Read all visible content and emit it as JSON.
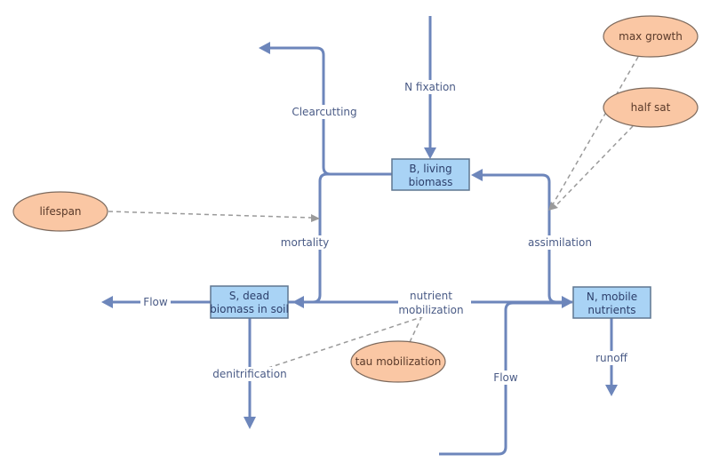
{
  "stocks": {
    "living": [
      "B, living",
      "biomass"
    ],
    "dead": [
      "S, dead",
      "biomass in soil"
    ],
    "nutrients": [
      "N, mobile",
      "nutrients"
    ]
  },
  "flows": {
    "n_fixation": "N fixation",
    "clearcutting": "Clearcutting",
    "mortality": "mortality",
    "assimilation": "assimilation",
    "nutrient_mobilization": [
      "nutrient",
      "mobilization"
    ],
    "flow_left": "Flow",
    "flow_bottom": "Flow",
    "denitrification": "denitrification",
    "runoff": "runoff"
  },
  "variables": {
    "max_growth": "max growth",
    "half_sat": "half sat",
    "lifespan": "lifespan",
    "tau_mobilization": "tau mobilization"
  },
  "colors": {
    "flow": "#6d86bb",
    "stock_fill": "#a9d3f5",
    "aux_fill": "#fac7a4",
    "dependency": "#9a9a9a"
  }
}
